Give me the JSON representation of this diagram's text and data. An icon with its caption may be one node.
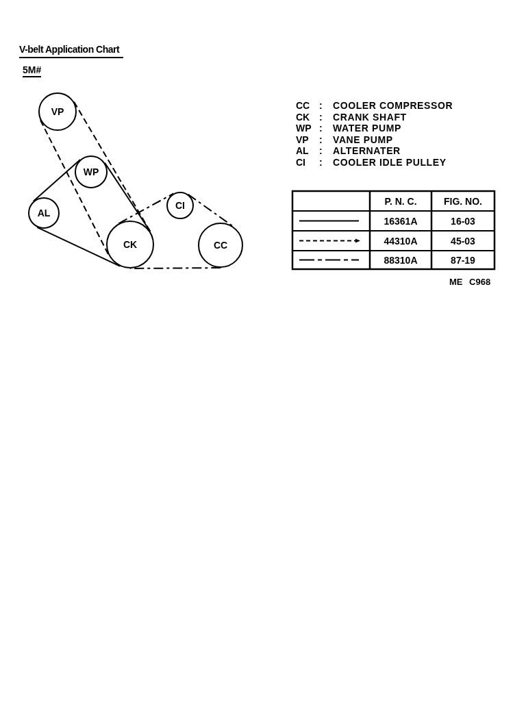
{
  "diagram": {
    "title": "V-belt Application Chart",
    "nodes": [
      {
        "text": [
          "VP"
        ]
      },
      {
        "text": [
          "WP"
        ]
      },
      {
        "text": [
          "AL"
        ]
      },
      {
        "text": [
          "CI"
        ]
      },
      {
        "text": [
          "CK"
        ]
      },
      {
        "text": [
          "CC"
        ]
      }
    ],
    "edges": [
      {
        "from": 2,
        "to": 1,
        "arrow": "none"
      },
      {
        "from": 1,
        "to": 4,
        "arrow": "none"
      },
      {
        "from": 4,
        "to": 2,
        "arrow": "none"
      },
      {
        "from": 0,
        "to": 4,
        "arrow": "none",
        "style": "dashed"
      },
      {
        "from": 0,
        "to": 4,
        "arrow": "none",
        "style": "dashed"
      },
      {
        "from": 4,
        "to": 3,
        "arrow": "none",
        "style": "dashed"
      },
      {
        "from": 3,
        "to": 5,
        "arrow": "none",
        "style": "dashed"
      },
      {
        "from": 5,
        "to": 4,
        "arrow": "none",
        "style": "dashed"
      }
    ],
    "labels": [
      "5M#",
      "CC",
      ":",
      "COOLER COMPRESSOR",
      "CK",
      ":",
      "CRANK SHAFT",
      "WP",
      ":",
      "WATER PUMP",
      "VP",
      ":",
      "VANE PUMP",
      "AL",
      ":",
      "ALTERNATER",
      "CI",
      ":",
      "COOLER IDLE PULLEY",
      "P. N. C.",
      "FIG. NO.",
      "16361A",
      "16-03",
      "44310A",
      "45-03",
      "88310A",
      "87-19",
      "ME C968"
    ]
  }
}
